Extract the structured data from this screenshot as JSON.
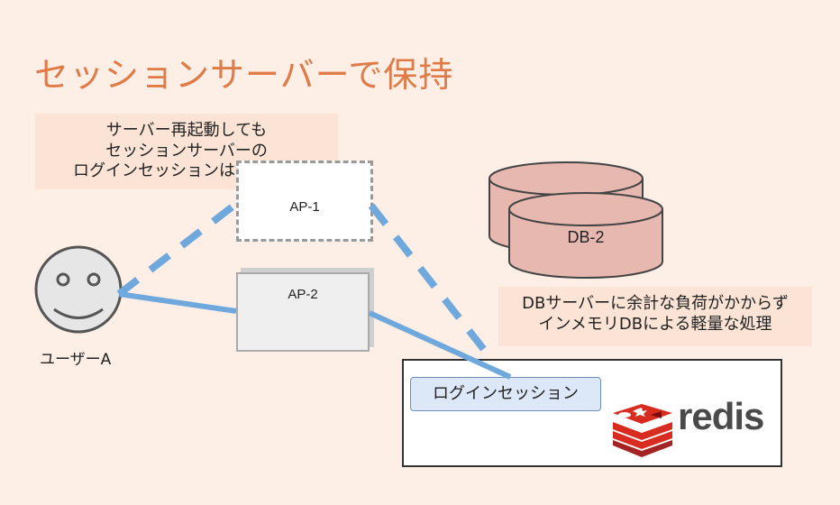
{
  "title": "セッションサーバーで保持",
  "note_top": {
    "lines": [
      "サーバー再起動しても",
      "セッションサーバーの",
      "ログインセッションは消えない"
    ]
  },
  "note_bottom": {
    "lines": [
      "DBサーバーに余計な負荷がかからず",
      "インメモリDBによる軽量な処理"
    ]
  },
  "servers": {
    "ap1": "AP-1",
    "ap2": "AP-2"
  },
  "database": {
    "label": "DB-2"
  },
  "user": {
    "label": "ユーザーA"
  },
  "session": {
    "label": "ログインセッション"
  },
  "redis": {
    "wordmark": "redis"
  },
  "colors": {
    "title": "#e07a47",
    "background": "#fdeee6",
    "note": "#fbe4d5",
    "connector": "#6fa8dc",
    "db_fill": "#e6b8af",
    "redis_red": "#d82c20"
  }
}
